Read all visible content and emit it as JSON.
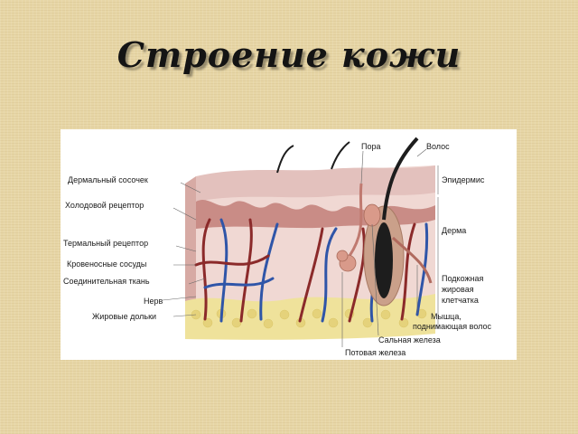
{
  "slide": {
    "title": "Строение кожи"
  },
  "diagram": {
    "labels": {
      "pore": "Пора",
      "hair": "Волос",
      "dermal_papilla": "Дермальный сосочек",
      "epidermis": "Эпидермис",
      "cold_receptor": "Холодовой рецептор",
      "dermis": "Дерма",
      "thermal_receptor": "Термальный рецептор",
      "blood_vessels": "Кровеносные сосуды",
      "subcutaneous_1": "Подкожная",
      "subcutaneous_2": "жировая",
      "subcutaneous_3": "клетчатка",
      "connective_tissue": "Соединительная ткань",
      "nerve": "Нерв",
      "fat_lobules": "Жировые дольки",
      "arrector_muscle_1": "Мышца,",
      "arrector_muscle_2": "поднимающая волос",
      "sebaceous_gland": "Сальная железа",
      "sweat_gland": "Потовая железа"
    },
    "colors": {
      "epidermis": "#e3c1bd",
      "dermis": "#f0d8d3",
      "papillae": "#c98c86",
      "fat": "#efe29b",
      "vein": "#2f55a8",
      "artery": "#8b2a2a",
      "hair": "#1d1d1d"
    }
  }
}
